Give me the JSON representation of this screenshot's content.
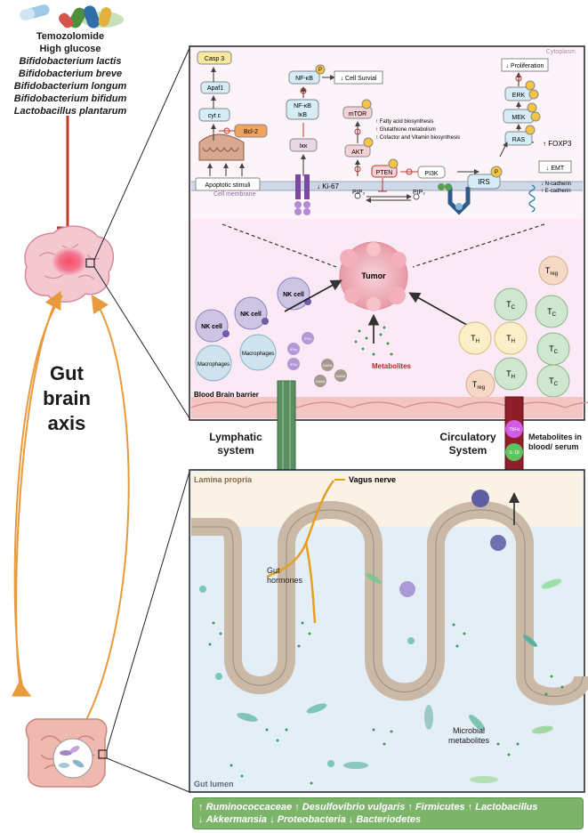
{
  "treatments": {
    "t1": "Temozolomide",
    "t2": "High glucose",
    "t3": "Bifidobacterium lactis",
    "t4": "Bifidobacterium breve",
    "t5": "Bifidobacterium longum",
    "t6": "Bifidobacterium bifidum",
    "t7": "Lactobacillus plantarum"
  },
  "axis_title": {
    "line1": "Gut brain",
    "line2": "axis"
  },
  "tumor_panel": {
    "cytoplasm": "Cytoplasm",
    "cell_membrane": "Cell membrane",
    "casp3": "Casp 3",
    "apaf1": "Apaf1",
    "cytc": "cyt c",
    "bcl2": "Bcl-2",
    "apoptotic": "Apoptotic stimuli",
    "nfkb1": "NF-κB",
    "nfkb2": "NF-κB",
    "ikb": "IκB",
    "ikk": "Iκκ",
    "cell_survival": "↓ Cell Survial",
    "ki67": "↓ Ki-67",
    "mtor": "mTOR",
    "akt": "AKT",
    "pten": "PTEN",
    "pi3k": "PI3K",
    "pip3": "PIP₃",
    "pip2": "PIP₂",
    "irs": "IRS",
    "ras": "RAS",
    "mek": "MEK",
    "erk": "ERK",
    "proliferation": "↓ Proliferation",
    "foxp3": "↑ FOXP3",
    "emt": "↓ EMT",
    "ncad": "↓ N-cadherin",
    "ecad": "↑ E-cadherin",
    "fatty": "↑ Fatty acid biosynthesis",
    "gluta": "↑ Glutathione metabolism",
    "cofactor": "↑ Cofactor and Vitamin biosynthesis",
    "p": "P"
  },
  "brain_panel": {
    "tumor": "Tumor",
    "nk": "NK cell",
    "macro": "Macrophages",
    "metabolites": "Metabolites",
    "bbb": "Blood Brain barrier",
    "ifn": "IFNγ",
    "gaba": "GABA",
    "th": "T",
    "th_sub": "H",
    "tc": "T",
    "tc_sub": "C",
    "treg": "T",
    "treg_sub": "reg"
  },
  "lymphatic": "Lymphatic system",
  "circulatory": "Circulatory System",
  "metabolites_blood": "Metabolites in blood/ serum",
  "tnf": "TNFα",
  "il1b": "IL-1β",
  "gut_panel": {
    "lamina": "Lamina propria",
    "vagus": "Vagus nerve",
    "gut_hormones": "Gut hormones",
    "microbial": "Microbial metabolites",
    "lumen": "Gut lumen"
  },
  "bottom": {
    "line1_a": "↑ ",
    "line1_b": "Ruminococcaceae",
    "line1_c": " ↑ ",
    "line1_d": "Desulfovibrio vulgaris",
    "line1_e": " ↑ ",
    "line1_f": "Firmicutes",
    "line1_g": " ↑ ",
    "line1_h": "Lactobacillus",
    "line2_a": "↓ ",
    "line2_b": "Akkermansia",
    "line2_c": " ↓ ",
    "line2_d": "Proteobacteria",
    "line2_e": " ↓ ",
    "line2_f": "Bacteriodetes"
  },
  "colors": {
    "panel_bg": "#fbeaf5",
    "gut_bg": "#e4eef7",
    "lamina_bg": "#fbf2e6",
    "tumor": "#f4b8c2",
    "arrow_orange": "#e89a3c",
    "inhibit_red": "#c0392b",
    "bottom_green": "#7cb46a"
  }
}
